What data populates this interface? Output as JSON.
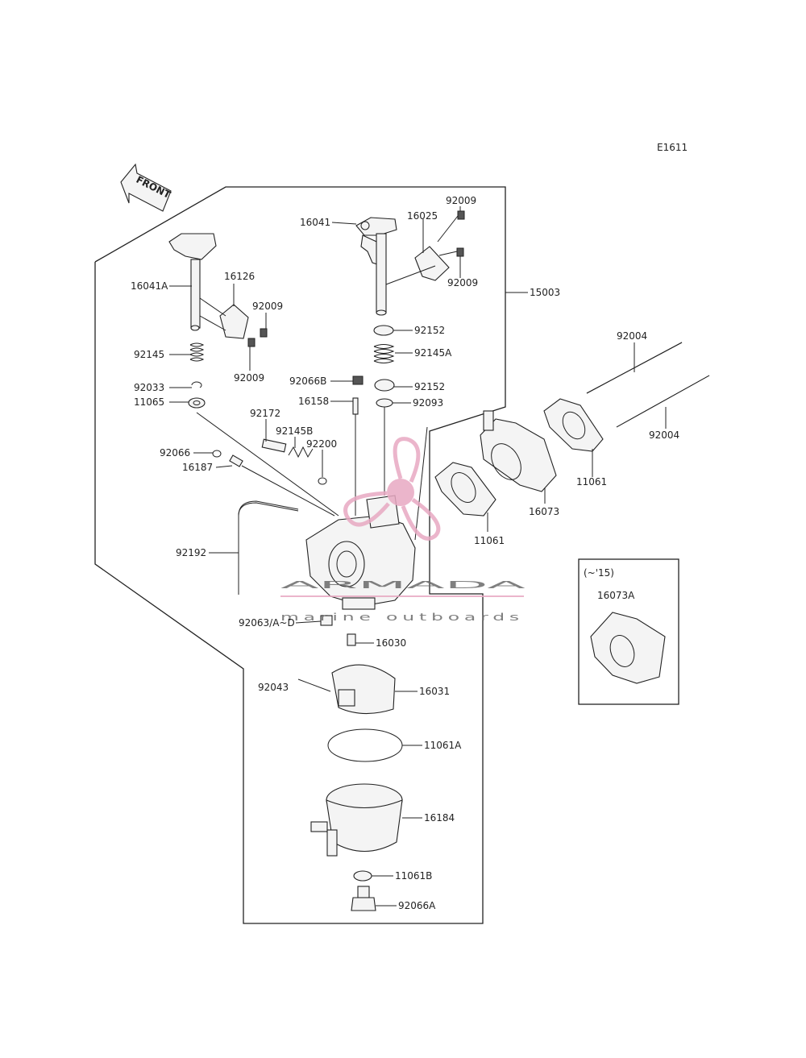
{
  "diagram": {
    "code": "E1611",
    "front_label": "FRONT",
    "inset_note": "(~'15)",
    "parts": [
      {
        "id": "label-16041",
        "text": "16041"
      },
      {
        "id": "label-16025",
        "text": "16025"
      },
      {
        "id": "label-92009-a",
        "text": "92009"
      },
      {
        "id": "label-92009-b",
        "text": "92009"
      },
      {
        "id": "label-15003",
        "text": "15003"
      },
      {
        "id": "label-16041a",
        "text": "16041A"
      },
      {
        "id": "label-16126",
        "text": "16126"
      },
      {
        "id": "label-92009-c",
        "text": "92009"
      },
      {
        "id": "label-92009-d",
        "text": "92009"
      },
      {
        "id": "label-92152-a",
        "text": "92152"
      },
      {
        "id": "label-92145a",
        "text": "92145A"
      },
      {
        "id": "label-92145",
        "text": "92145"
      },
      {
        "id": "label-92066b",
        "text": "92066B"
      },
      {
        "id": "label-92152-b",
        "text": "92152"
      },
      {
        "id": "label-92033",
        "text": "92033"
      },
      {
        "id": "label-16158",
        "text": "16158"
      },
      {
        "id": "label-92093",
        "text": "92093"
      },
      {
        "id": "label-11065",
        "text": "11065"
      },
      {
        "id": "label-92004-a",
        "text": "92004"
      },
      {
        "id": "label-92004-b",
        "text": "92004"
      },
      {
        "id": "label-92172",
        "text": "92172"
      },
      {
        "id": "label-92145b",
        "text": "92145B"
      },
      {
        "id": "label-92200",
        "text": "92200"
      },
      {
        "id": "label-92066",
        "text": "92066"
      },
      {
        "id": "label-16187",
        "text": "16187"
      },
      {
        "id": "label-11061-a",
        "text": "11061"
      },
      {
        "id": "label-16073",
        "text": "16073"
      },
      {
        "id": "label-11061-b",
        "text": "11061"
      },
      {
        "id": "label-92192",
        "text": "92192"
      },
      {
        "id": "label-16073a",
        "text": "16073A"
      },
      {
        "id": "label-92063",
        "text": "92063/A~D"
      },
      {
        "id": "label-16030",
        "text": "16030"
      },
      {
        "id": "label-92043",
        "text": "92043"
      },
      {
        "id": "label-16031",
        "text": "16031"
      },
      {
        "id": "label-11061a",
        "text": "11061A"
      },
      {
        "id": "label-16184",
        "text": "16184"
      },
      {
        "id": "label-11061b",
        "text": "11061B"
      },
      {
        "id": "label-92066a",
        "text": "92066A"
      }
    ]
  },
  "watermark": {
    "brand": "ARMADA",
    "tagline": "marine outboards",
    "accent_color": "#e8a9c2",
    "text_color": "#6a6a6a"
  }
}
